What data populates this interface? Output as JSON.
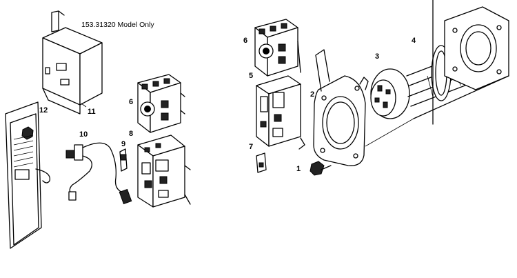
{
  "diagram": {
    "note": "153.31320 Model Only",
    "callouts": [
      {
        "id": "c12",
        "text": "12"
      },
      {
        "id": "c11",
        "text": "11"
      },
      {
        "id": "c10",
        "text": "10"
      },
      {
        "id": "c9",
        "text": "9"
      },
      {
        "id": "c8",
        "text": "8"
      },
      {
        "id": "c6a",
        "text": "6"
      },
      {
        "id": "c6b",
        "text": "6"
      },
      {
        "id": "c5",
        "text": "5"
      },
      {
        "id": "c7",
        "text": "7"
      },
      {
        "id": "c1",
        "text": "1"
      },
      {
        "id": "c2",
        "text": "2"
      },
      {
        "id": "c3",
        "text": "3"
      },
      {
        "id": "c4",
        "text": "4"
      }
    ]
  }
}
